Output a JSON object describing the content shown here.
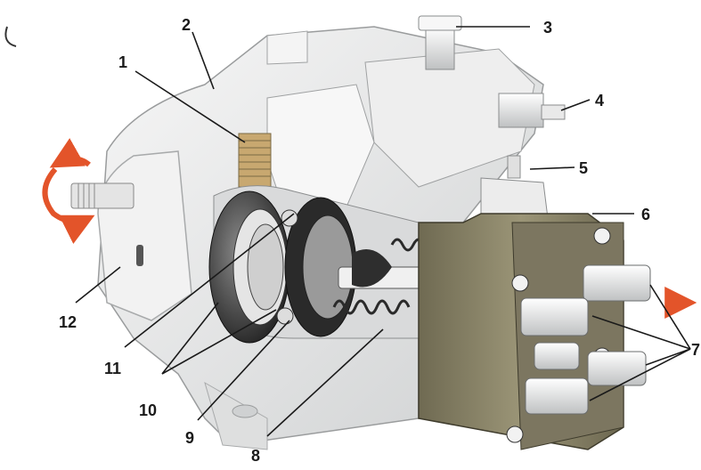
{
  "labels": {
    "n1": "1",
    "n2": "2",
    "n3": "3",
    "n4": "4",
    "n5": "5",
    "n6": "6",
    "n7": "7",
    "n8": "8",
    "n9": "9",
    "n10": "10",
    "n11": "11",
    "n12": "12"
  },
  "colors": {
    "housing": "#e9eaea",
    "housing_shadow": "#c9cbcc",
    "rotor_dark": "#2d2d2d",
    "head_olive": "#8a8466",
    "rotation_arrow": "#e3542a"
  }
}
